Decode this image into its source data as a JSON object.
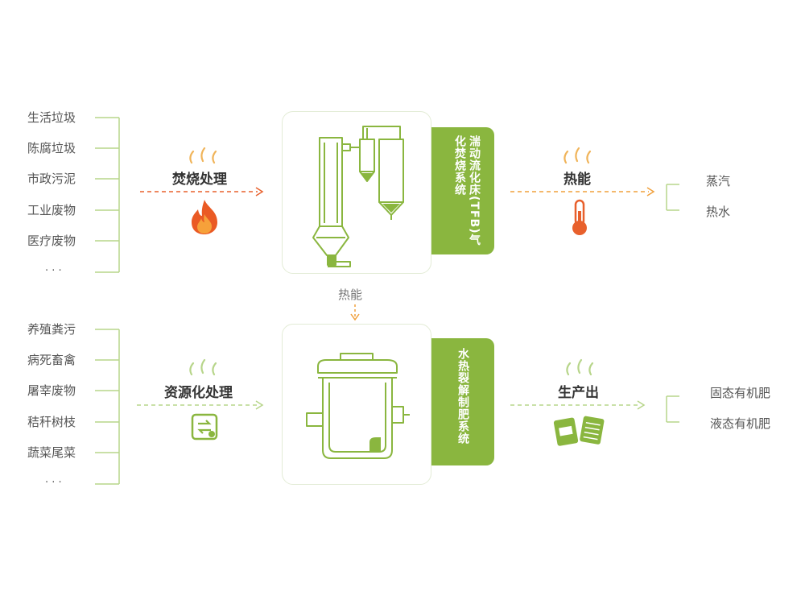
{
  "top": {
    "inputs": [
      "生活垃圾",
      "陈腐垃圾",
      "市政污泥",
      "工业废物",
      "医疗废物",
      "· · ·"
    ],
    "process_label": "焚烧处理",
    "system_name": "湍动流化床(TFB)气化焚烧系统",
    "output_label": "热能",
    "outputs": [
      "蒸汽",
      "热水"
    ]
  },
  "middle": {
    "connector_label": "热能"
  },
  "bottom": {
    "inputs": [
      "养殖粪污",
      "病死畜禽",
      "屠宰废物",
      "秸秆树枝",
      "蔬菜尾菜",
      "· · ·"
    ],
    "process_label": "资源化处理",
    "system_name": "水热裂解制肥系统",
    "output_label": "生产出",
    "outputs": [
      "固态有机肥",
      "液态有机肥"
    ]
  },
  "colors": {
    "green": "#8ab63f",
    "orange": "#e8602c",
    "light_green_line": "#b7d58a"
  }
}
